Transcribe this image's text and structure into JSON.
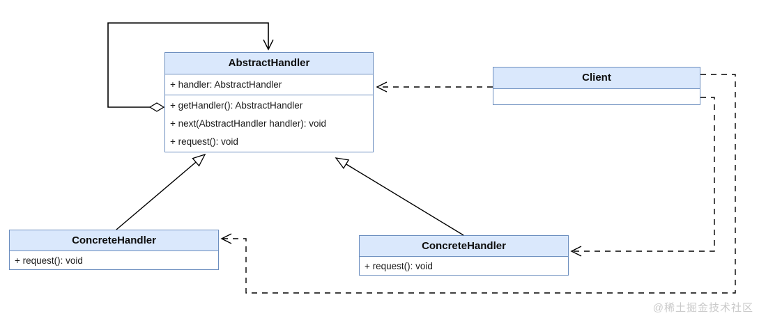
{
  "classes": {
    "abstract_handler": {
      "name": "AbstractHandler",
      "attributes": [
        "+ handler: AbstractHandler"
      ],
      "methods": [
        "+ getHandler(): AbstractHandler",
        "+ next(AbstractHandler handler): void",
        "+ request(): void"
      ]
    },
    "client": {
      "name": "Client",
      "attributes": [],
      "methods": []
    },
    "concrete_handler_a": {
      "name": "ConcreteHandler",
      "methods": [
        "+ request(): void"
      ]
    },
    "concrete_handler_b": {
      "name": "ConcreteHandler",
      "methods": [
        "+ request(): void"
      ]
    }
  },
  "relationships": [
    {
      "from": "AbstractHandler",
      "to": "AbstractHandler",
      "type": "self-aggregation",
      "line": "solid",
      "markers": [
        "open-diamond",
        "open-arrow"
      ]
    },
    {
      "from": "Client",
      "to": "AbstractHandler",
      "type": "dependency",
      "line": "dashed",
      "markers": [
        "open-arrow"
      ]
    },
    {
      "from": "ConcreteHandler (left)",
      "to": "AbstractHandler",
      "type": "generalization",
      "line": "solid",
      "markers": [
        "hollow-triangle"
      ]
    },
    {
      "from": "ConcreteHandler (right)",
      "to": "AbstractHandler",
      "type": "generalization",
      "line": "solid",
      "markers": [
        "hollow-triangle"
      ]
    },
    {
      "from": "Client",
      "to": "ConcreteHandler (left)",
      "type": "dependency",
      "line": "dashed",
      "markers": [
        "open-arrow"
      ]
    },
    {
      "from": "Client",
      "to": "ConcreteHandler (right)",
      "type": "dependency",
      "line": "dashed",
      "markers": [
        "open-arrow"
      ]
    }
  ],
  "colors": {
    "header_fill": "#dae8fc",
    "box_border": "#6c8ebf",
    "line": "#000000",
    "watermark": "#c9c9c9"
  },
  "watermark": "@稀土掘金技术社区"
}
